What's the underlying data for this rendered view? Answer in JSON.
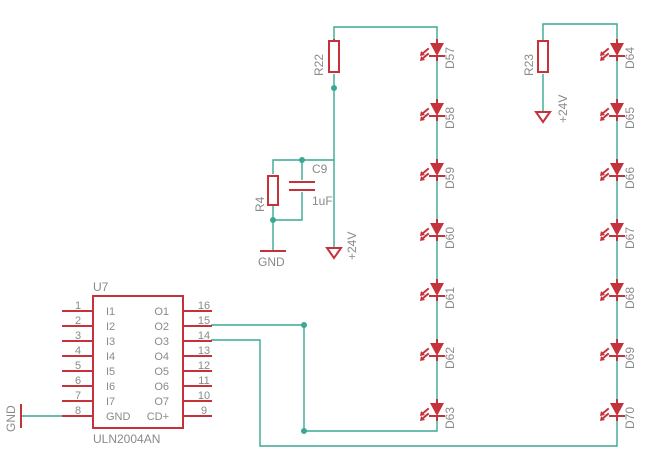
{
  "resistors": {
    "r22": "R22",
    "r23": "R23",
    "r4": "R4"
  },
  "capacitor": {
    "name": "C9",
    "value": "1uF"
  },
  "supply": {
    "plus24": "+24V",
    "gnd": "GND"
  },
  "leds_left": [
    "D57",
    "D58",
    "D59",
    "D60",
    "D61",
    "D62",
    "D63"
  ],
  "leds_right": [
    "D64",
    "D65",
    "D66",
    "D67",
    "D68",
    "D69",
    "D70"
  ],
  "ic": {
    "ref": "U7",
    "part": "ULN2004AN",
    "left_pins": [
      {
        "num": "1",
        "name": "I1"
      },
      {
        "num": "2",
        "name": "I2"
      },
      {
        "num": "3",
        "name": "I3"
      },
      {
        "num": "4",
        "name": "I4"
      },
      {
        "num": "5",
        "name": "I5"
      },
      {
        "num": "6",
        "name": "I6"
      },
      {
        "num": "7",
        "name": "I7"
      },
      {
        "num": "8",
        "name": "GND"
      }
    ],
    "right_pins": [
      {
        "num": "16",
        "name": "O1"
      },
      {
        "num": "15",
        "name": "O2"
      },
      {
        "num": "14",
        "name": "O3"
      },
      {
        "num": "13",
        "name": "O4"
      },
      {
        "num": "12",
        "name": "O5"
      },
      {
        "num": "11",
        "name": "O6"
      },
      {
        "num": "10",
        "name": "O7"
      },
      {
        "num": "9",
        "name": "CD+"
      }
    ]
  },
  "colors": {
    "wire": "#3aa894",
    "symbol": "#c4333c",
    "label": "#8a8a8a"
  }
}
